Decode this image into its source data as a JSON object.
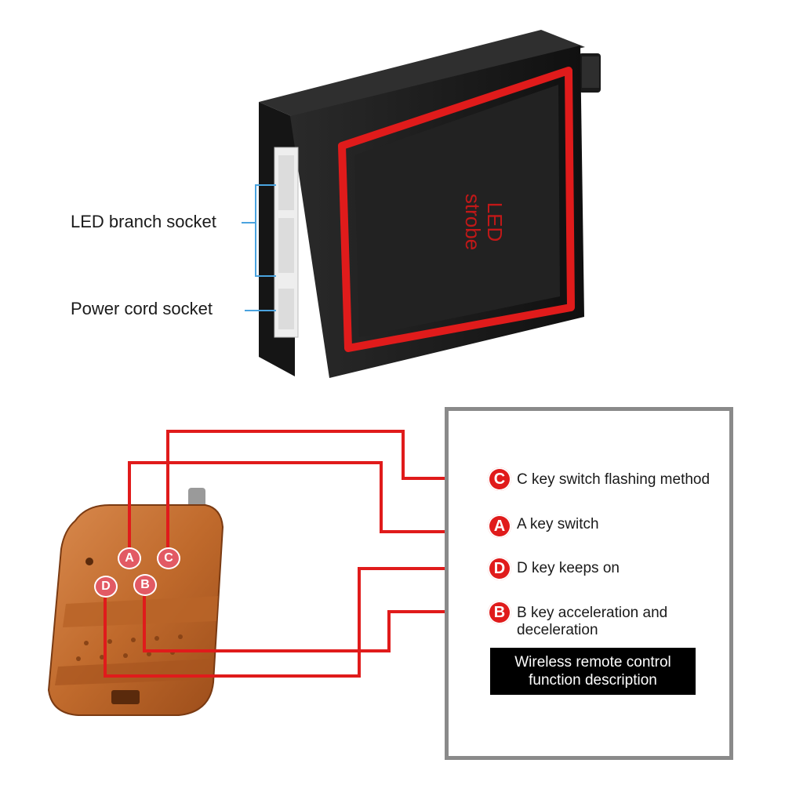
{
  "device": {
    "face_label_line1": "LED",
    "face_label_line2": "strobe",
    "accent_color": "#e01b1b",
    "body_color": "#1b1b1b"
  },
  "callouts": {
    "led_branch_socket": "LED branch socket",
    "power_cord_socket": "Power cord socket",
    "leader_color": "#4aa3df"
  },
  "remote": {
    "keys": {
      "a": "A",
      "b": "B",
      "c": "C",
      "d": "D"
    },
    "wire_color": "#e01b1b"
  },
  "legend": {
    "items": [
      {
        "letter": "C",
        "text": "C key switch flashing method"
      },
      {
        "letter": "A",
        "text": "A key switch"
      },
      {
        "letter": "D",
        "text": "D key keeps on"
      },
      {
        "letter": "B",
        "text": "B key acceleration and deceleration"
      }
    ],
    "caption_line1": "Wireless remote control",
    "caption_line2": "function description"
  }
}
